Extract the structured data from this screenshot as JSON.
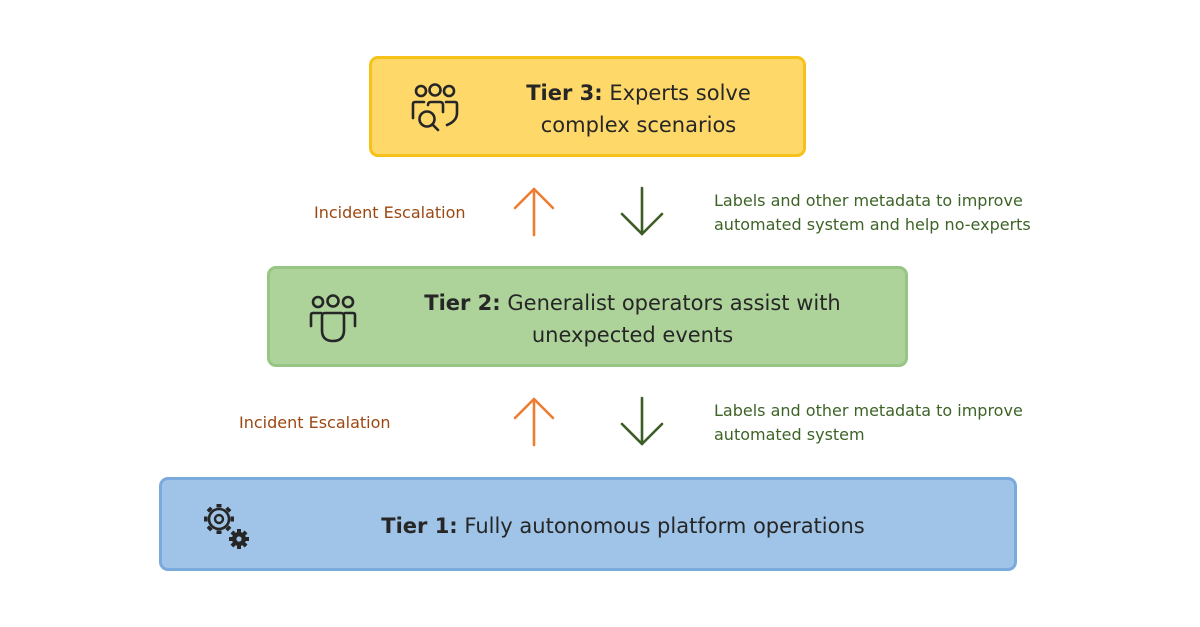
{
  "tier3": {
    "label_bold": "Tier 3:",
    "label_text": " Experts solve complex scenarios",
    "icon": "people-search-icon",
    "fill": "#fed96a",
    "border": "#f6c21a"
  },
  "tier2": {
    "label_bold": "Tier 2:",
    "label_text": " Generalist operators assist with unexpected events",
    "icon": "people-team-icon",
    "fill": "#add39a",
    "border": "#97c684"
  },
  "tier1": {
    "label_bold": "Tier 1:",
    "label_text": " Fully autonomous platform operations",
    "icon": "gears-icon",
    "fill": "#9fc4e7",
    "border": "#7aa9dc"
  },
  "link_upper": {
    "escalation_label": "Incident Escalation",
    "feedback_label_line1": "Labels and other metadata to improve",
    "feedback_label_line2": "automated system and help no-experts"
  },
  "link_lower": {
    "escalation_label": "Incident Escalation",
    "feedback_label_line1": "Labels and other metadata to improve",
    "feedback_label_line2": "automated system"
  },
  "colors": {
    "escalation_arrow": "#ed7d31",
    "feedback_arrow": "#3d5d26",
    "escalation_text": "#9c4712",
    "feedback_text": "#3d6326"
  }
}
